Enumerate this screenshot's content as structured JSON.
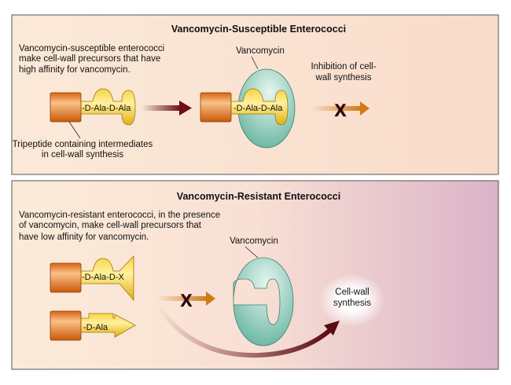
{
  "top": {
    "title": "Vancomycin-Susceptible Enterococci",
    "desc": [
      "Vancomycin-susceptible enterococci",
      "make cell-wall precursors that have",
      "high affinity for vancomycin."
    ],
    "precursor_label": "-D-Ala-D-Ala",
    "tripeptide_label": [
      "Tripeptide containing intermediates",
      "in cell-wall synthesis"
    ],
    "vancomycin_label": "Vancomycin",
    "bound_label": "-D-Ala-D-Ala",
    "outcome": [
      "Inhibition of cell-",
      "wall synthesis"
    ]
  },
  "bottom": {
    "title": "Vancomycin-Resistant Enterococci",
    "desc": [
      "Vancomycin-resistant enterococci, in the presence",
      "of vancomycin, make cell-wall precursors that",
      "have low affinity for vancomycin."
    ],
    "precursor1_label": "-D-Ala-D-X",
    "precursor2_label": "-D-Ala",
    "vancomycin_label": "Vancomycin",
    "outcome": [
      "Cell-wall",
      "synthesis"
    ]
  },
  "colors": {
    "orange": "#e07a18",
    "yellow": "#f2c81c",
    "teal": "#9fd4c6",
    "arrow_dark": "#6b0f14",
    "x_red": "#cc1020"
  }
}
